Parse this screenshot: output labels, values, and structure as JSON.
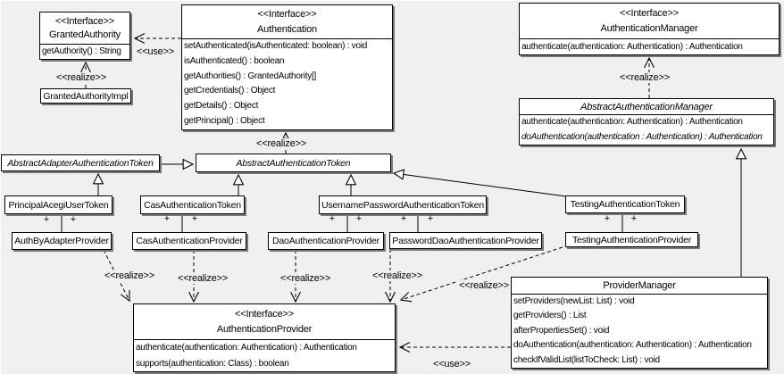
{
  "labels": {
    "realize": "&lt;&lt;realize&gt;&gt;",
    "use": "&lt;&lt;use&gt;&gt;",
    "plus": "+"
  },
  "classes": {
    "granted_authority": {
      "stereotype": "<<Interface>>",
      "name": "GrantedAuthority",
      "methods": [
        "getAuthority() : String"
      ]
    },
    "granted_authority_impl": {
      "name": "GrantedAuthorityImpl"
    },
    "authentication": {
      "stereotype": "<<Interface>>",
      "name": "Authentication",
      "methods": [
        "setAuthenticated(isAuthenticated: boolean) : void",
        "isAuthenticated() : boolean",
        "getAuthorities() : GrantedAuthority[]",
        "getCredentials() : Object",
        "getDetails() : Object",
        "getPrincipal() : Object"
      ]
    },
    "authentication_manager": {
      "stereotype": "<<Interface>>",
      "name": "AuthenticationManager",
      "methods": [
        "authenticate(authentication: Authentication) : Authentication"
      ]
    },
    "abstract_authentication_manager": {
      "name": "AbstractAuthenticationManager",
      "methods": [
        "authenticate(authentication: Authentication) : Authentication",
        "doAuthentication(authentication : Authentication) : Authentication"
      ]
    },
    "abstract_adapter_authentication_token": {
      "name": "AbstractAdapterAuthenticationToken"
    },
    "abstract_authentication_token": {
      "name": "AbstractAuthenticationToken"
    },
    "principal_acegi_user_token": {
      "name": "PrincipalAcegiUserToken"
    },
    "cas_authentication_token": {
      "name": "CasAuthenticationToken"
    },
    "username_password_authentication_token": {
      "name": "UsernamePasswordAuthenticationToken"
    },
    "testing_authentication_token": {
      "name": "TestingAuthenticationToken"
    },
    "auth_by_adapter_provider": {
      "name": "AuthByAdapterProvider"
    },
    "cas_authentication_provider": {
      "name": "CasAuthenticationProvider"
    },
    "dao_authentication_provider": {
      "name": "DaoAuthenticationProvider"
    },
    "password_dao_authentication_provider": {
      "name": "PasswordDaoAuthenticationProvider"
    },
    "testing_authentication_provider": {
      "name": "TestingAuthenticationProvider"
    },
    "authentication_provider": {
      "stereotype": "<<Interface>>",
      "name": "AuthenticationProvider",
      "methods": [
        "authenticate(authentication: Authentication) : Authentication",
        "supports(authentication: Class) : boolean"
      ]
    },
    "provider_manager": {
      "name": "ProviderManager",
      "methods": [
        "setProviders(newList: List) : void",
        "getProviders() : List",
        "afterPropertiesSet() : void",
        "doAuthentication(authentication: Authentication) : Authentication",
        "checkIfValidList(listToCheck: List) : void"
      ]
    }
  }
}
